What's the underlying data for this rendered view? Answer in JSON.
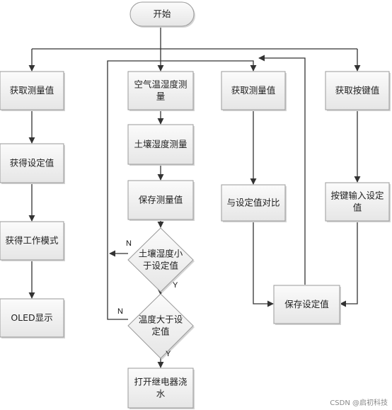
{
  "nodes": {
    "start": "开始",
    "col1": [
      "获取测量值",
      "获得设定值",
      "获得工作模式",
      "OLED显示"
    ],
    "col2": [
      "空气温湿度测\n量",
      "土壤湿度测量",
      "保存测量值"
    ],
    "decision1": "土壤湿度小\n于设定值",
    "decision2": "温度大于设\n定值",
    "action": "打开继电器浇\n水",
    "col3": [
      "获取测量值",
      "与设定值对比"
    ],
    "col4": [
      "获取按键值",
      "按键输入设定\n值"
    ],
    "save_settings": "保存设定值"
  },
  "labels": {
    "yes": "Y",
    "no": "N"
  },
  "watermark": "CSDN @启初科技"
}
